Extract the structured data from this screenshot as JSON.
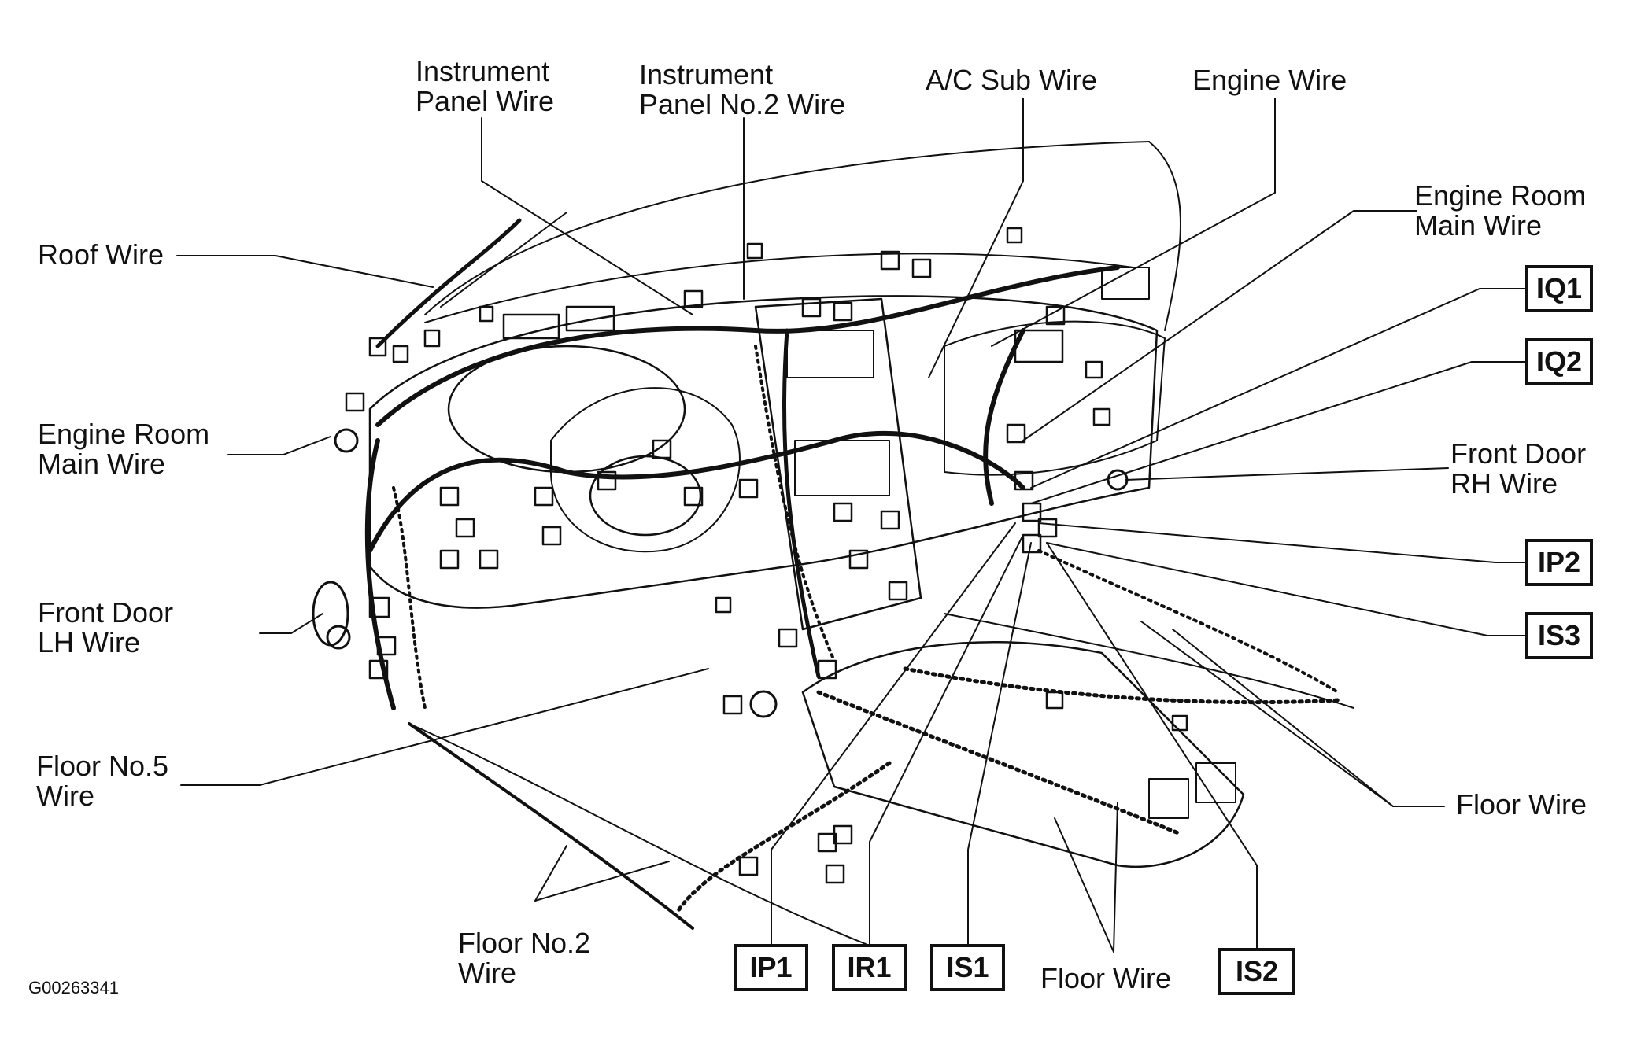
{
  "labels": {
    "instrument_panel_wire": [
      "Instrument",
      "Panel Wire"
    ],
    "instrument_panel_no2_wire": [
      "Instrument",
      "Panel No.2 Wire"
    ],
    "ac_sub_wire": "A/C Sub Wire",
    "engine_wire": "Engine Wire",
    "engine_room_main_wire_right": [
      "Engine Room",
      "Main Wire"
    ],
    "roof_wire": "Roof Wire",
    "engine_room_main_wire_left": [
      "Engine Room",
      "Main Wire"
    ],
    "front_door_lh_wire": [
      "Front Door",
      "LH Wire"
    ],
    "front_door_rh_wire": [
      "Front Door",
      "RH Wire"
    ],
    "floor_no5_wire": [
      "Floor No.5",
      "Wire"
    ],
    "floor_no2_wire": [
      "Floor No.2",
      "Wire"
    ],
    "floor_wire_right": "Floor Wire",
    "floor_wire_bottom": "Floor Wire"
  },
  "connectors": {
    "iq1": "IQ1",
    "iq2": "IQ2",
    "ip2": "IP2",
    "is3": "IS3",
    "ip1": "IP1",
    "ir1": "IR1",
    "is1": "IS1",
    "is2": "IS2"
  },
  "figure_code": "G00263341"
}
